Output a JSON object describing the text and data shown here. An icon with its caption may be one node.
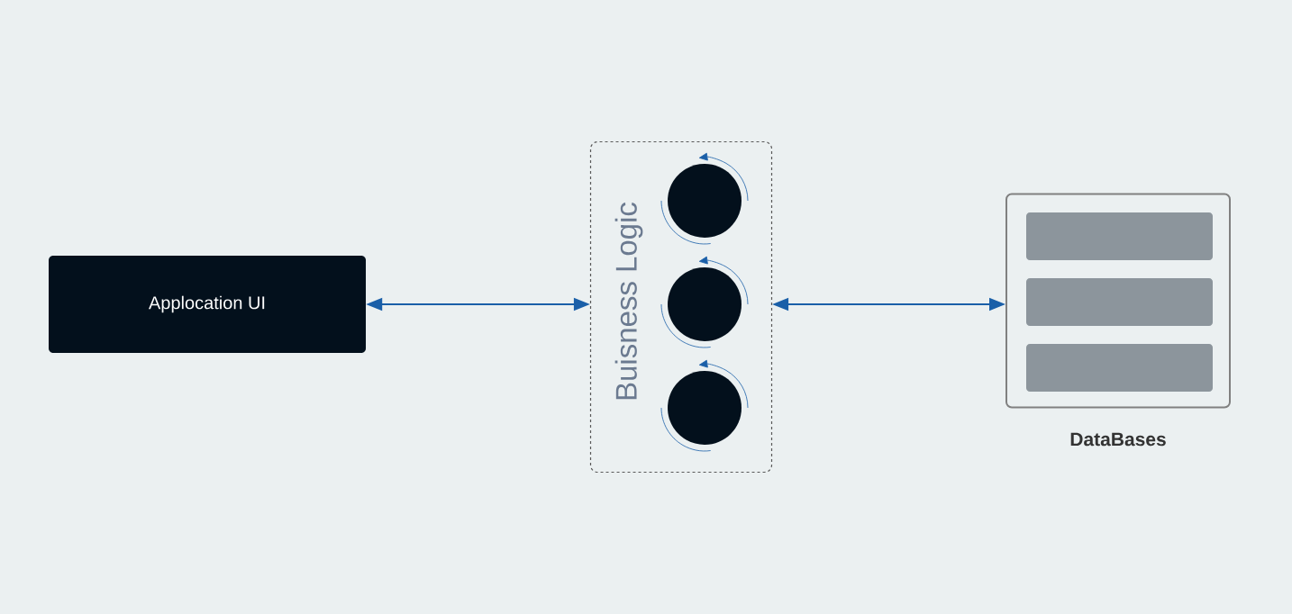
{
  "diagram": {
    "nodes": [
      {
        "text": [
          "Applocation UI"
        ]
      },
      {
        "text": [
          "Buisness Logic"
        ]
      },
      {
        "text": [],
        "shape": "circle",
        "in": 1
      },
      {
        "text": [],
        "shape": "circle",
        "in": 1
      },
      {
        "text": [],
        "shape": "circle",
        "in": 1
      },
      {
        "text": [
          "DataBases"
        ]
      }
    ],
    "edges": [
      {
        "from": 0,
        "to": 1,
        "arrow": "both"
      },
      {
        "from": 1,
        "to": 5,
        "arrow": "both"
      }
    ]
  }
}
